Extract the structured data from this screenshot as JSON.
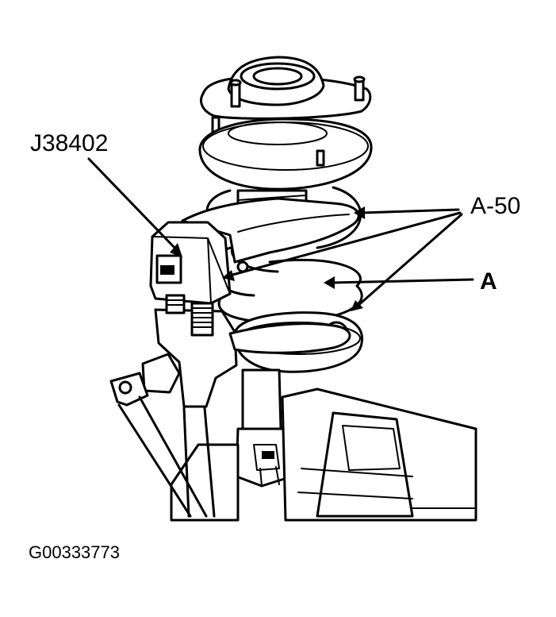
{
  "labels": {
    "tool": "J38402",
    "spring_compressor_jaws": "A-50",
    "spring": "A"
  },
  "figure_id": "G00333773"
}
